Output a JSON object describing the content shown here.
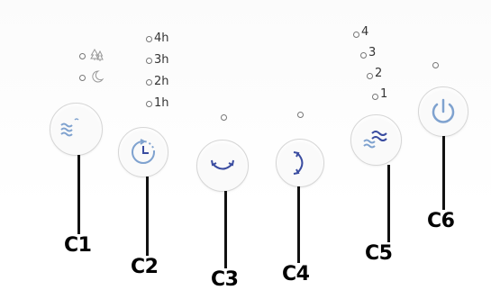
{
  "buttons": [
    {
      "id": "C1",
      "name": "sleep-mode",
      "icon": "wind-moon-icon"
    },
    {
      "id": "C2",
      "name": "timer",
      "icon": "timer-icon"
    },
    {
      "id": "C3",
      "name": "oscillation-horizontal",
      "icon": "horizontal-swing-icon"
    },
    {
      "id": "C4",
      "name": "oscillation-vertical",
      "icon": "vertical-swing-icon"
    },
    {
      "id": "C5",
      "name": "speed",
      "icon": "wind-waves-icon"
    },
    {
      "id": "C6",
      "name": "power",
      "icon": "power-icon"
    }
  ],
  "timer_levels": [
    "4h",
    "3h",
    "2h",
    "1h"
  ],
  "speed_levels": [
    "4",
    "3",
    "2",
    "1"
  ],
  "sleep_indicators": [
    "tree-icon",
    "moon-icon"
  ],
  "callouts": [
    "C1",
    "C2",
    "C3",
    "C4",
    "C5",
    "C6"
  ],
  "colors": {
    "icon": "#3a4ca0",
    "accent": "#7fa2cf",
    "outline": "#d6d6d6"
  }
}
